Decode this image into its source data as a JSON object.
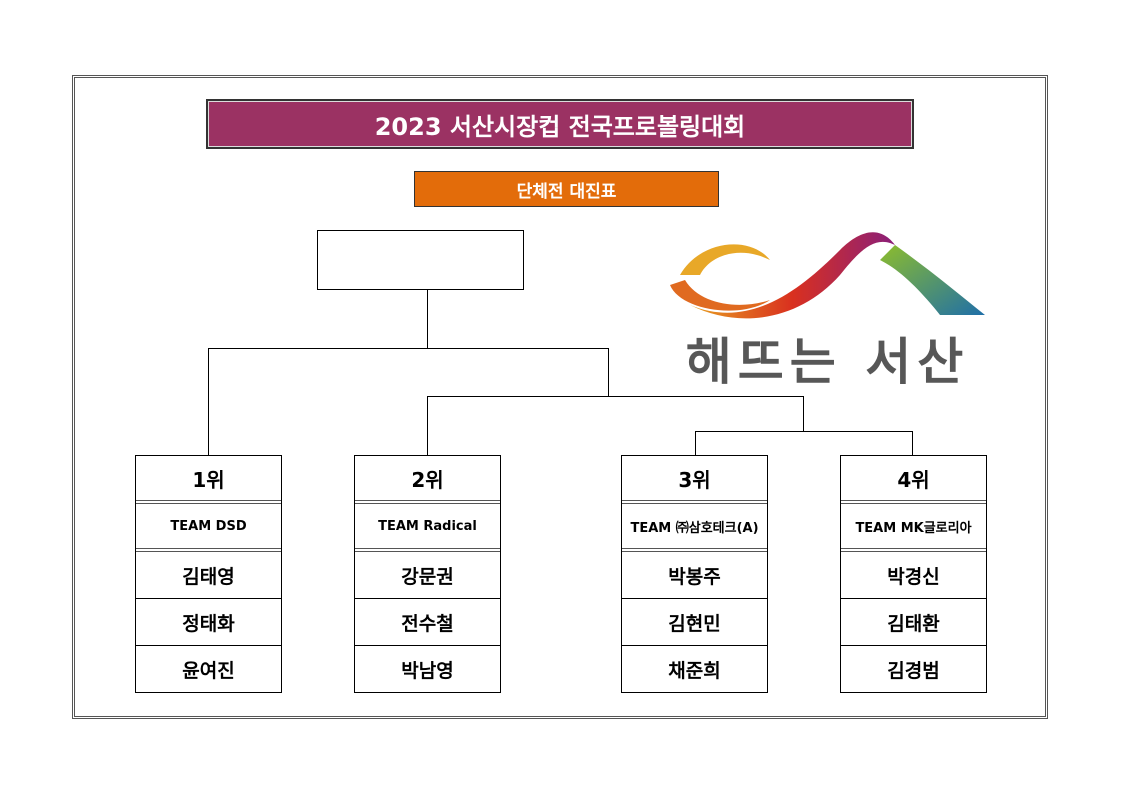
{
  "title": "2023 서산시장컵 전국프로볼링대회",
  "subtitle": "단체전 대진표",
  "logo": {
    "text": "해뜨는 서산"
  },
  "teams": [
    {
      "rank": "1위",
      "name": "TEAM DSD",
      "players": [
        "김태영",
        "정태화",
        "윤여진"
      ]
    },
    {
      "rank": "2위",
      "name": "TEAM Radical",
      "players": [
        "강문권",
        "전수철",
        "박남영"
      ]
    },
    {
      "rank": "3위",
      "name": "TEAM ㈜삼호테크(A)",
      "players": [
        "박봉주",
        "김현민",
        "채준희"
      ]
    },
    {
      "rank": "4위",
      "name": "TEAM MK글로리아",
      "players": [
        "박경신",
        "김태환",
        "김경범"
      ]
    }
  ]
}
